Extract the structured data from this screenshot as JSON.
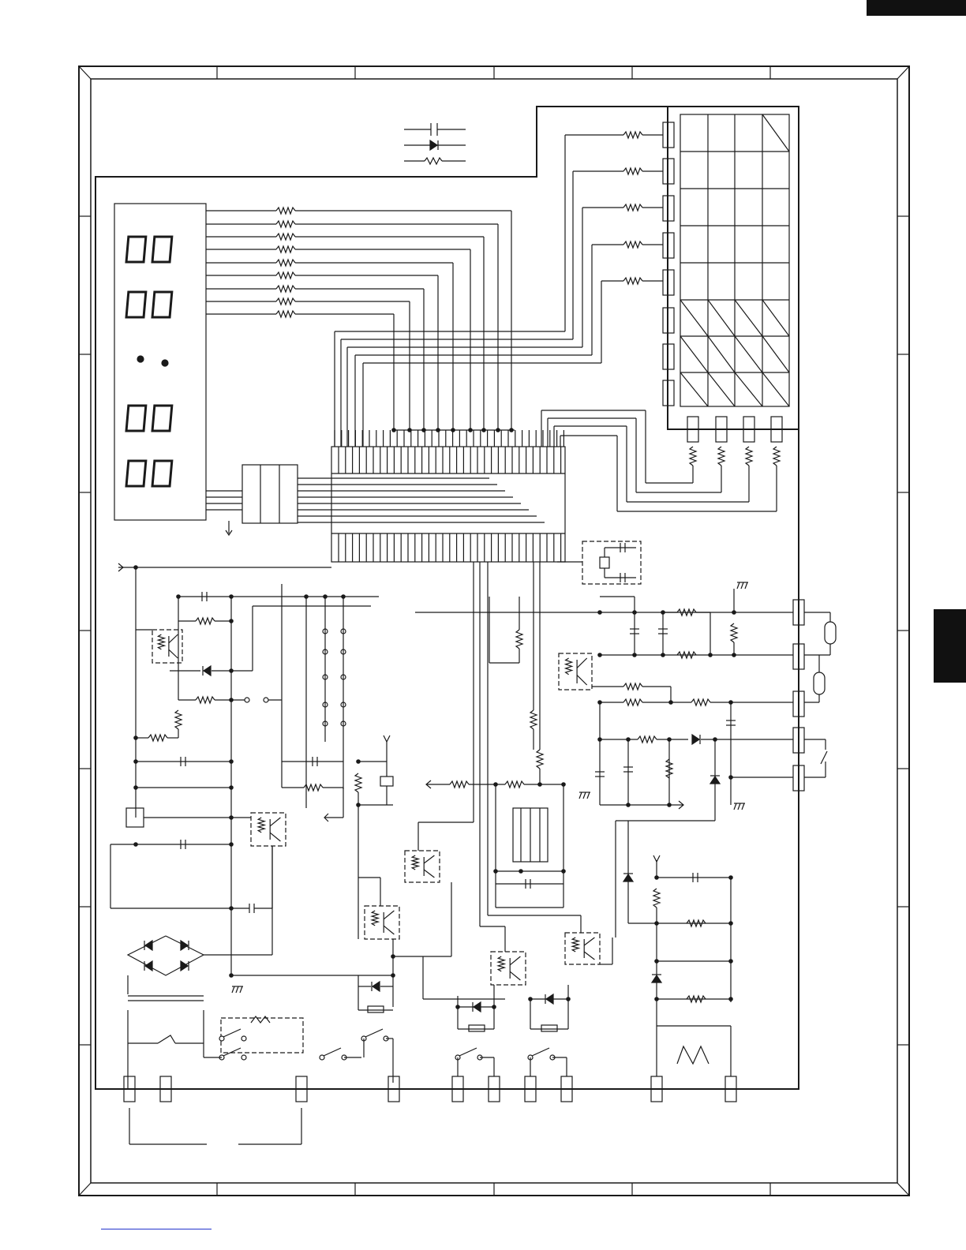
{
  "page": {
    "diagram_type": "circuit-schematic",
    "tabs": [
      {
        "name": "page-corner-tab"
      },
      {
        "name": "section-side-tab"
      }
    ]
  },
  "colors": {
    "ink": "#1a1a1a",
    "tab": "#111111",
    "link": "#2233cc",
    "paper": "#ffffff"
  },
  "display": {
    "digit_rows": 4,
    "colon_dots": 2
  },
  "keypad": {
    "rows": 8,
    "cols": 4
  }
}
